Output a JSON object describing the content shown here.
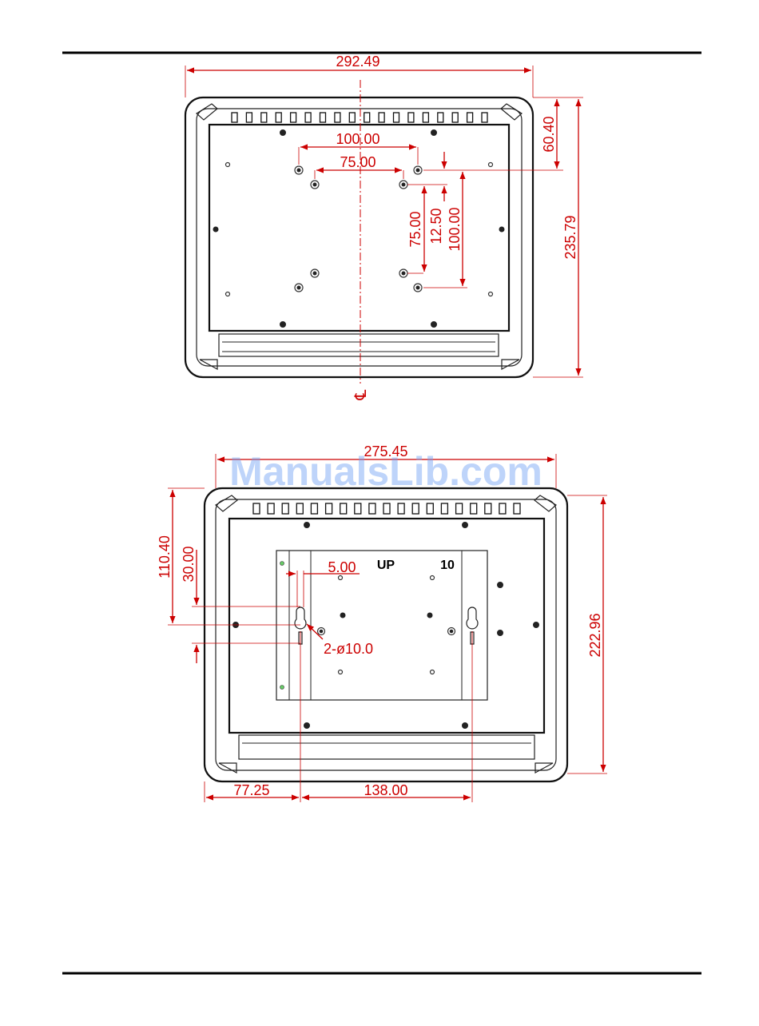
{
  "top_view": {
    "width_dim": "292.49",
    "height_dim": "235.79",
    "offset_dim": "60.40",
    "vesa_h_100": "100.00",
    "vesa_h_75": "75.00",
    "vesa_v_75": "75.00",
    "vesa_v_offset": "12.50",
    "vesa_v_100": "100.00",
    "centerline_symbol": "℄"
  },
  "bottom_view": {
    "width_dim": "275.45",
    "height_dim": "222.96",
    "left_dim_1": "110.40",
    "left_dim_2": "30.00",
    "slot_dim": "5.00",
    "hole_callout": "2-ø10.0",
    "bottom_dim_1": "77.25",
    "bottom_dim_2": "138.00",
    "label_up": "UP",
    "label_10": "10"
  },
  "watermark": "ManualsLib.com"
}
